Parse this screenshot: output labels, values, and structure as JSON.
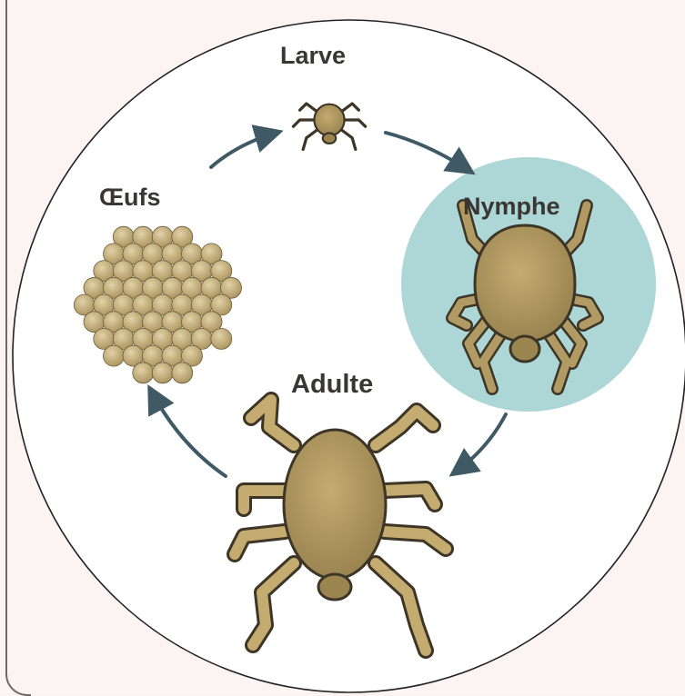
{
  "stages": {
    "larva": "Larve",
    "eggs": "Œufs",
    "nymph": "Nymphe",
    "adult": "Adulte"
  },
  "colors": {
    "circle_fill": "#ffffff",
    "circle_stroke": "#222222",
    "nymph_highlight": "#9fcfcf",
    "tick_body": "#b19a63",
    "tick_outline": "#3d3526",
    "egg_fill": "#c9b587",
    "arrow": "#3f5a64"
  },
  "icons": [
    "tick-larva-icon",
    "eggs-cluster-icon",
    "tick-nymph-icon",
    "tick-adult-icon",
    "cycle-arrow-icon"
  ]
}
